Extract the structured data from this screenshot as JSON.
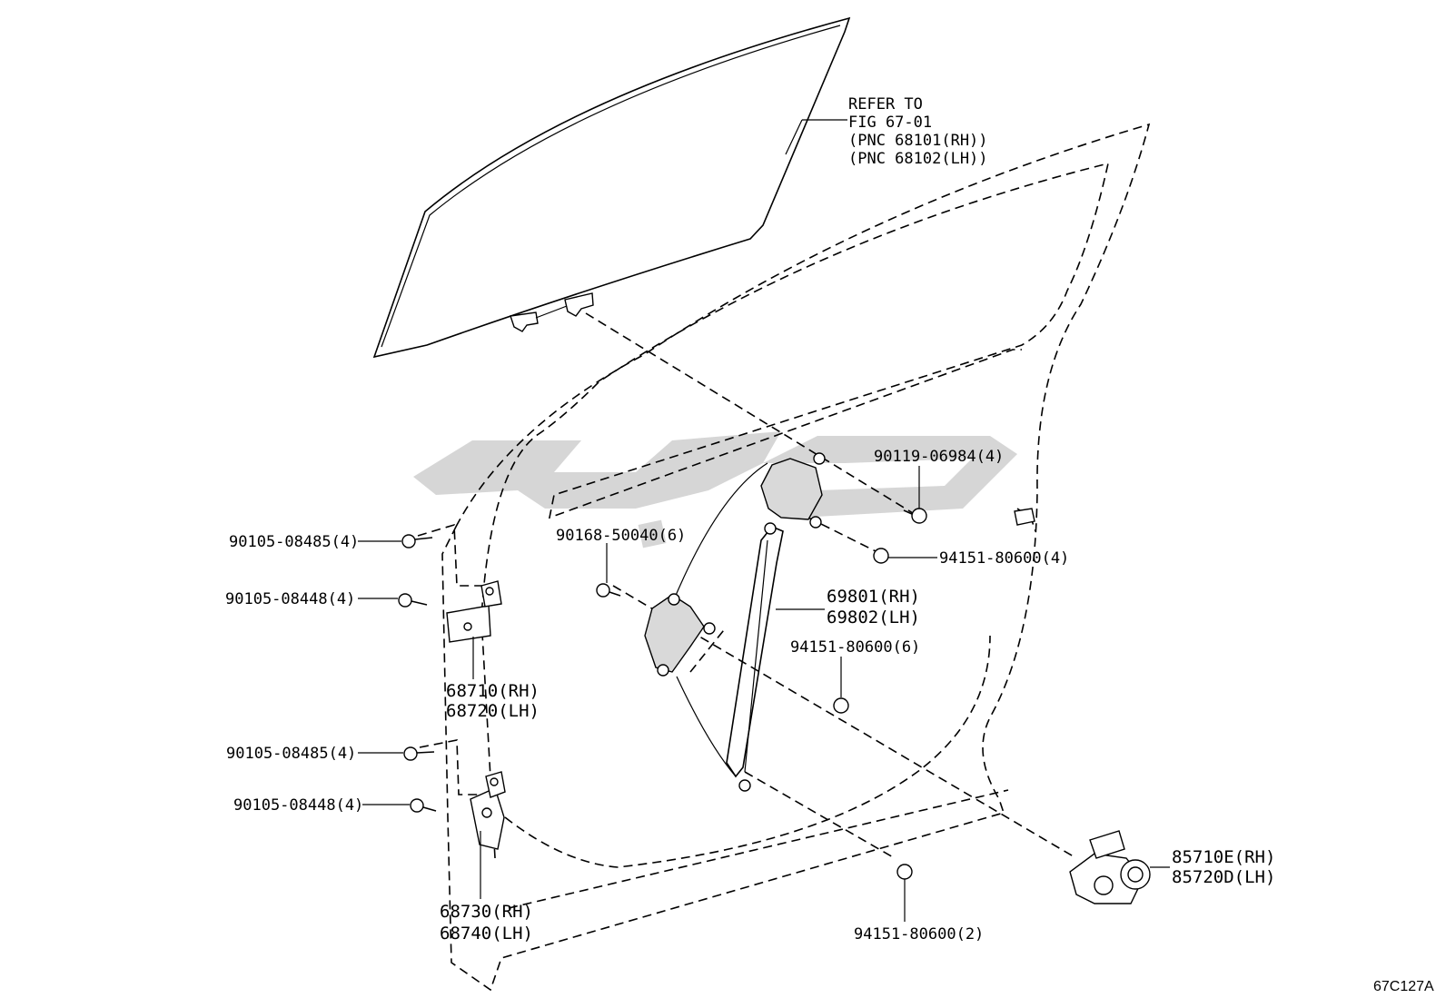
{
  "figure_id": "67C127A",
  "refer_note": {
    "line1": "REFER TO",
    "line2": "FIG 67-01",
    "line3": "(PNC 68101(RH))",
    "line4": "(PNC 68102(LH))"
  },
  "callouts": {
    "bolt_upper_hinge_outer": "90105-08485(4)",
    "bolt_upper_hinge_inner": "90105-08448(4)",
    "upper_hinge_rh": "68710(RH)",
    "upper_hinge_lh": "68720(LH)",
    "bolt_lower_hinge_outer": "90105-08485(4)",
    "bolt_lower_hinge_inner": "90105-08448(4)",
    "lower_hinge_rh": "68730(RH)",
    "lower_hinge_lh": "68740(LH)",
    "bolt_regulator": "90168-50040(6)",
    "bolt_glass_channel": "90119-06984(4)",
    "nut_top": "94151-80600(4)",
    "regulator_rh": "69801(RH)",
    "regulator_lh": "69802(LH)",
    "nut_mid": "94151-80600(6)",
    "nut_bottom": "94151-80600(2)",
    "motor_rh": "85710E(RH)",
    "motor_lh": "85720D(LH)"
  },
  "colors": {
    "line": "#000000",
    "watermark": "#c8c8c8",
    "background": "#ffffff"
  }
}
